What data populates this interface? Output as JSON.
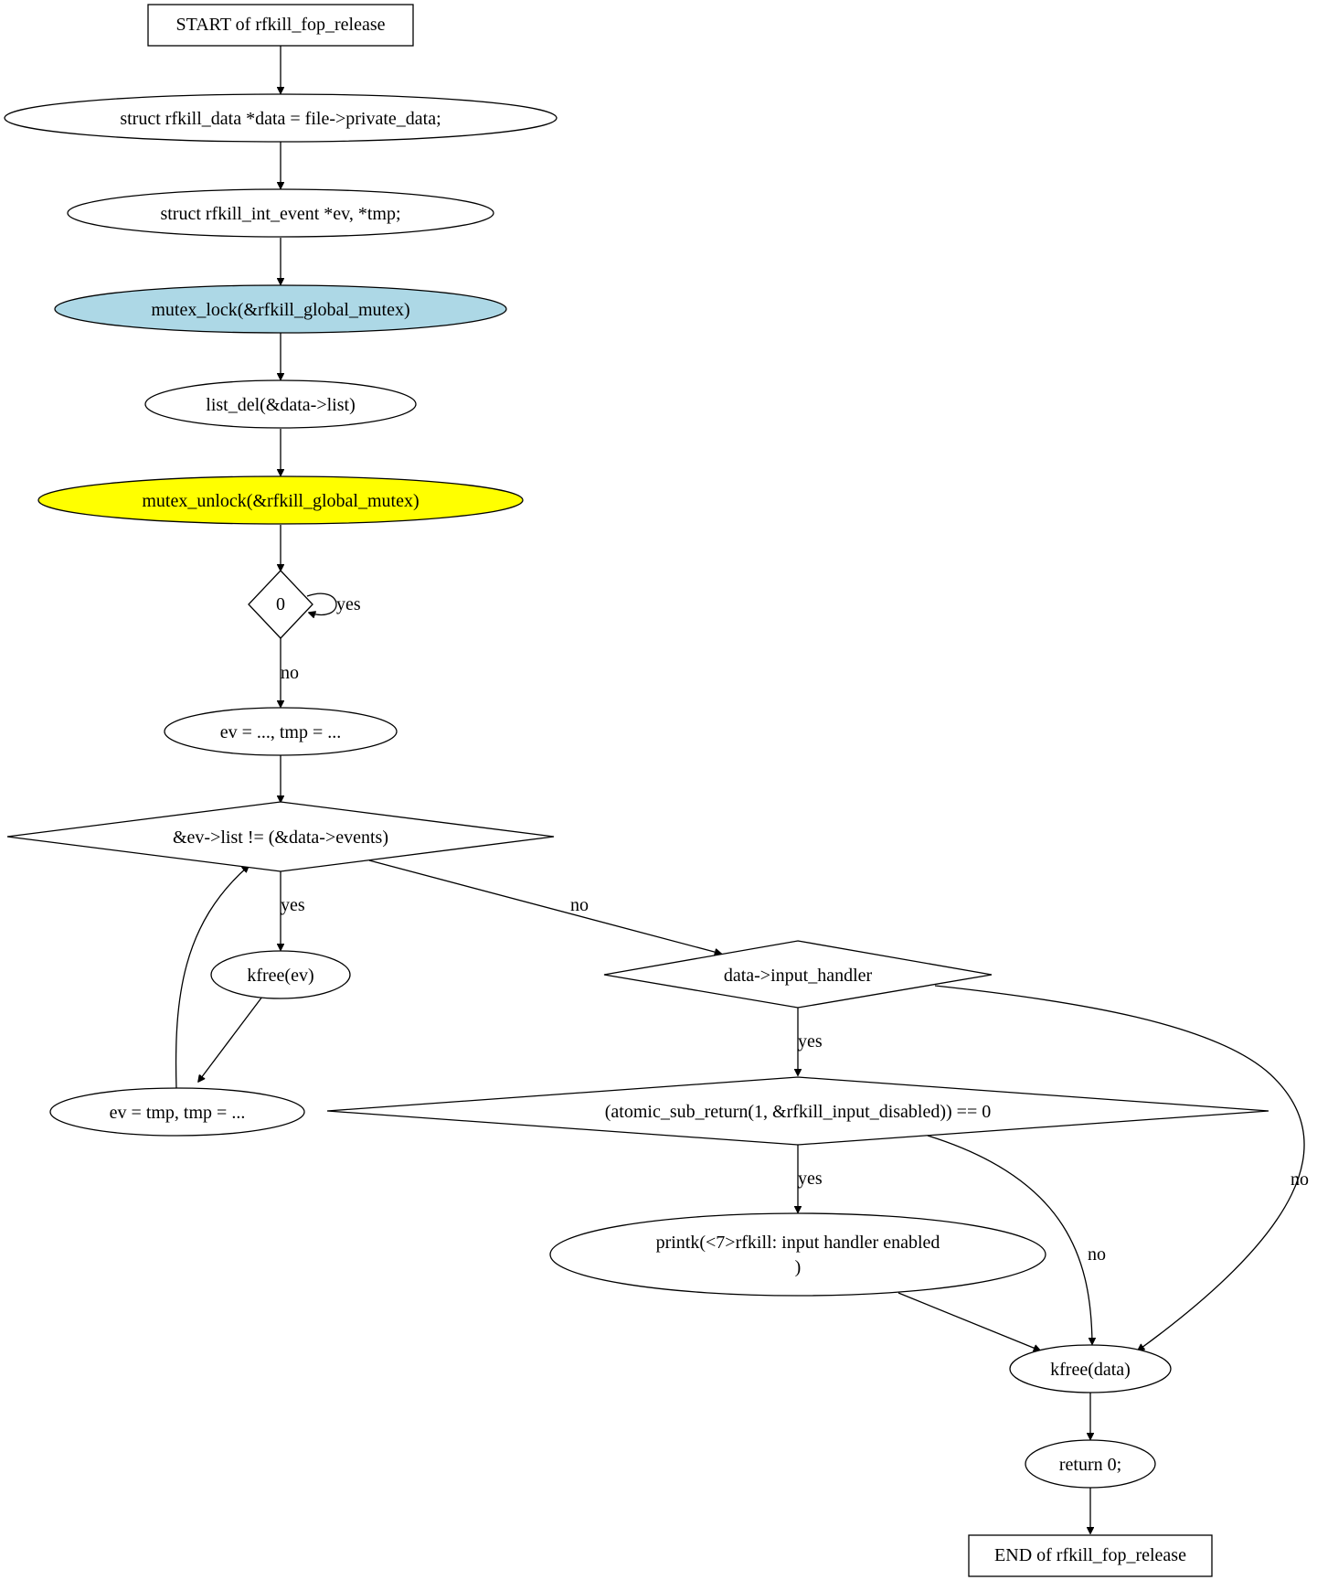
{
  "colors": {
    "default_fill": "#ffffff",
    "mutex_lock_fill": "#add8e6",
    "mutex_unlock_fill": "#ffff00",
    "stroke": "#000000"
  },
  "nodes": {
    "start": "START of rfkill_fop_release",
    "data_decl": "struct rfkill_data *data = file->private_data;",
    "ev_decl": "struct rfkill_int_event *ev, *tmp;",
    "mutex_lock": "mutex_lock(&rfkill_global_mutex)",
    "list_del": "list_del(&data->list)",
    "mutex_unlock": "mutex_unlock(&rfkill_global_mutex)",
    "cond_zero": "0",
    "ev_init": "ev = ..., tmp = ...",
    "loop_cond": "&ev->list != (&data->events)",
    "kfree_ev": "kfree(ev)",
    "ev_next": "ev = tmp, tmp = ...",
    "input_handler": "data->input_handler",
    "atomic_cond": "(atomic_sub_return(1, &rfkill_input_disabled)) == 0",
    "printk_line1": "printk(<7>rfkill: input handler enabled",
    "printk_line2": ")",
    "kfree_data": "kfree(data)",
    "return": "return 0;",
    "end": "END of rfkill_fop_release"
  },
  "edge_labels": {
    "zero_yes": "yes",
    "zero_no": "no",
    "loop_yes": "yes",
    "loop_no": "no",
    "handler_yes": "yes",
    "handler_no": "no",
    "atomic_yes": "yes",
    "atomic_no": "no"
  }
}
